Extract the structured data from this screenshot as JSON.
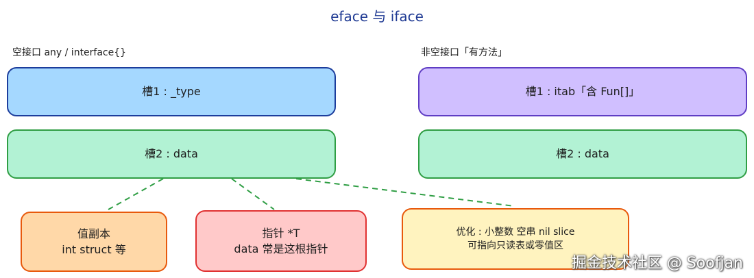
{
  "title": "eface 与 iface",
  "left": {
    "label": "空接口 any / interface{}",
    "slot1": "槽1 : _type",
    "slot2": "槽2 : data"
  },
  "right": {
    "label": "非空接口「有方法」",
    "slot1": "槽1 : itab「含 Fun[]」",
    "slot2": "槽2 : data"
  },
  "notes": {
    "value": {
      "line1": "值副本",
      "line2": "int struct 等"
    },
    "pointer": {
      "line1": "指针 *T",
      "line2": "data 常是这根指针"
    },
    "optimize": {
      "line1": "优化 : 小整数 空串 nil slice",
      "line2": "可指向只读表或零值区"
    }
  },
  "watermark": "掘金技术社区 @ Soofjan",
  "colors": {
    "title": "#1f3a93",
    "blue_fill": "#a5d8ff",
    "green_fill": "#b2f2d4",
    "purple_fill": "#d0bfff",
    "orange_fill": "#ffd8a8",
    "red_fill": "#ffc9c9",
    "yellow_fill": "#fff3bf",
    "connector": "#2f9e44"
  }
}
